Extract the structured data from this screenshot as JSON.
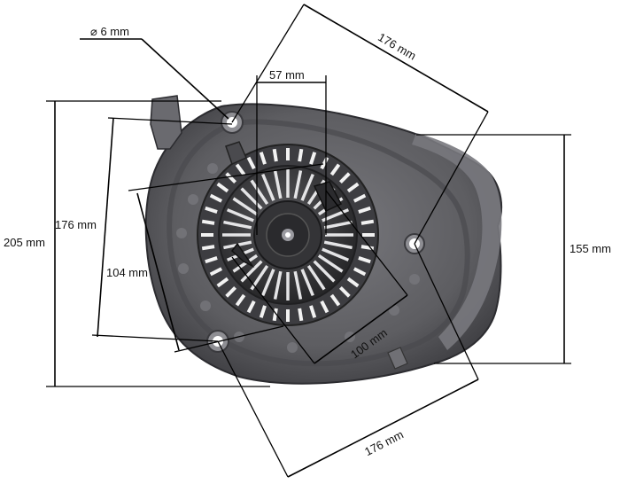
{
  "image_alt": "Recoil starter assembly with dimension annotations",
  "colors": {
    "housing": "#5d5d61",
    "housing_light": "#8a8a8f",
    "housing_dark": "#3a3a3e",
    "pulley": "#2e2e31",
    "dimension_line": "#000000",
    "background": "#ffffff"
  },
  "dimensions": {
    "hole_diameter": "⌀ 6 mm",
    "top_width": "57 mm",
    "diag_top_right": "176 mm",
    "height_total": "205 mm",
    "height_left_inner": "176 mm",
    "height_left_short": "104 mm",
    "height_right": "155 mm",
    "center_diag": "100 mm",
    "diag_bottom": "176 mm"
  }
}
